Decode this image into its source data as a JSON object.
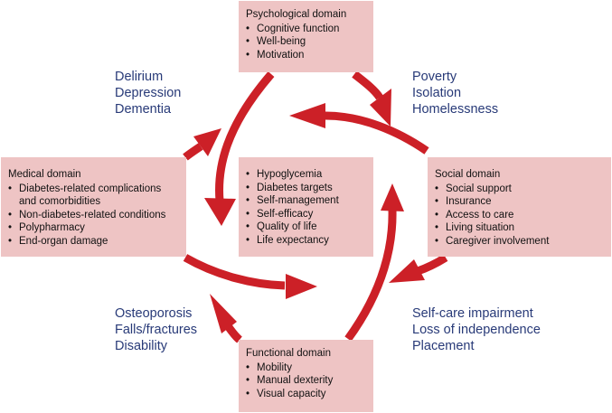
{
  "colors": {
    "arrow": "#cc2027",
    "box": "#eec4c4",
    "label": "#283a78"
  },
  "domains": {
    "psychological": {
      "title": "Psychological domain",
      "items": [
        "Cognitive function",
        "Well-being",
        "Motivation"
      ]
    },
    "medical": {
      "title": "Medical domain",
      "items": [
        "Diabetes-related complications",
        "and comorbidities",
        "Non-diabetes-related conditions",
        "Polypharmacy",
        "End-organ damage"
      ]
    },
    "outcomes": {
      "items": [
        "Hypoglycemia",
        "Diabetes targets",
        "Self-management",
        "Self-efficacy",
        "Quality of life",
        "Life expectancy"
      ]
    },
    "social": {
      "title": "Social domain",
      "items": [
        "Social support",
        "Insurance",
        "Access to care",
        "Living situation",
        "Caregiver involvement"
      ]
    },
    "functional": {
      "title": "Functional domain",
      "items": [
        "Mobility",
        "Manual dexterity",
        "Visual capacity"
      ]
    }
  },
  "labels": {
    "top_left": [
      "Delirium",
      "Depression",
      "Dementia"
    ],
    "top_right": [
      "Poverty",
      "Isolation",
      "Homelessness"
    ],
    "bottom_left": [
      "Osteoporosis",
      "Falls/fractures",
      "Disability"
    ],
    "bottom_right": [
      "Self-care impairment",
      "Loss of independence",
      "Placement"
    ]
  }
}
